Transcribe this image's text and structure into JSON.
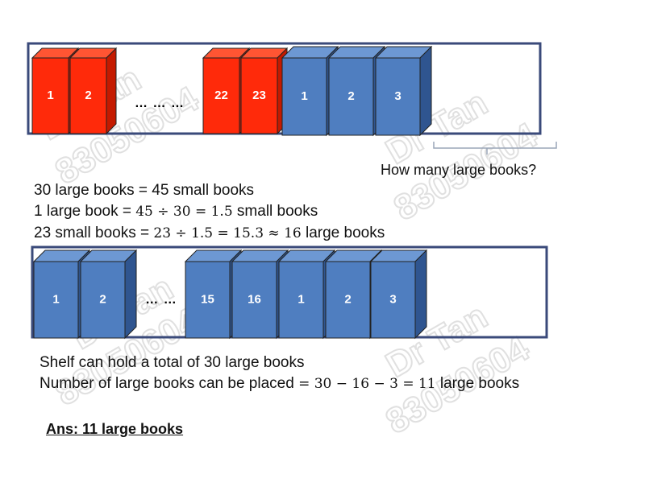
{
  "watermark": {
    "name": "Dr Tan",
    "phone": "83050604"
  },
  "shelf1": {
    "red_books": [
      "1",
      "2",
      "22",
      "23"
    ],
    "blue_books": [
      "1",
      "2",
      "3"
    ],
    "ellipsis": "… … …",
    "question": "How many large books?"
  },
  "lines": {
    "l1": "30 large books = 45 small books",
    "l2_a": "1 large book = ",
    "l2_m": "45 ÷ 30 = 1.5",
    "l2_b": " small books",
    "l3_a": "23 small books = ",
    "l3_m": "23 ÷ 1.5 = 15.3 ≈ 16",
    "l3_b": " large books"
  },
  "shelf2": {
    "blue_books": [
      "1",
      "2",
      "15",
      "16",
      "1",
      "2",
      "3"
    ],
    "ellipsis": "… …"
  },
  "lines2": {
    "l4": "Shelf can hold a total of 30 large books",
    "l5_a": "Number of large books can be placed ",
    "l5_m": "= 30 − 16 − 3 = 11",
    "l5_b": " large books"
  },
  "answer": "Ans: 11 large books",
  "colors": {
    "red": "#ff2a0a",
    "red_dark": "#c41a00",
    "red_top": "#ff5533",
    "blue": "#4f7ec0",
    "blue_dark": "#2f5590",
    "blue_top": "#6d98d3",
    "shelf": "#3a4a7a"
  }
}
